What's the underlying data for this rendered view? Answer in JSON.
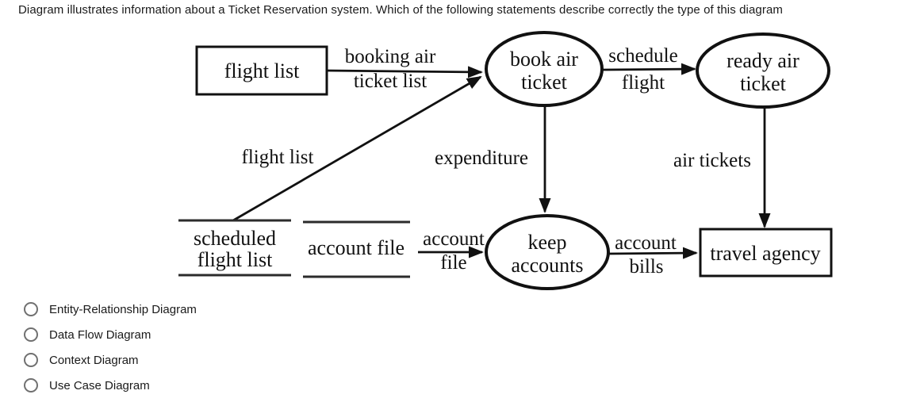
{
  "question": {
    "text": "Diagram illustrates information about a Ticket Reservation system. Which of the following statements describe correctly the type of this diagram"
  },
  "diagram": {
    "nodes": {
      "flight_list": {
        "label": "flight list"
      },
      "book_air_ticket": {
        "line1": "book air",
        "line2": "ticket"
      },
      "ready_air_ticket": {
        "line1": "ready air",
        "line2": "ticket"
      },
      "keep_accounts": {
        "line1": "keep",
        "line2": "accounts"
      },
      "travel_agency": {
        "label": "travel agency"
      },
      "scheduled_flight_list": {
        "line1": "scheduled",
        "line2": "flight list"
      },
      "account_file": {
        "label": "account file"
      }
    },
    "flows": {
      "booking_air_ticket_list": {
        "line1": "booking air",
        "line2": "ticket list"
      },
      "schedule_flight": {
        "line1": "schedule",
        "line2": "flight"
      },
      "flight_list": {
        "label": "flight list"
      },
      "expenditure": {
        "label": "expenditure"
      },
      "air_tickets": {
        "label": "air tickets"
      },
      "account_file": {
        "line1": "account",
        "line2": "file"
      },
      "account_bills": {
        "line1": "account",
        "line2": "bills"
      }
    },
    "stroke_color": "#111111"
  },
  "options": [
    {
      "label": "Entity-Relationship Diagram",
      "selected": false
    },
    {
      "label": "Data Flow Diagram",
      "selected": false
    },
    {
      "label": "Context Diagram",
      "selected": false
    },
    {
      "label": "Use Case Diagram",
      "selected": false
    }
  ]
}
